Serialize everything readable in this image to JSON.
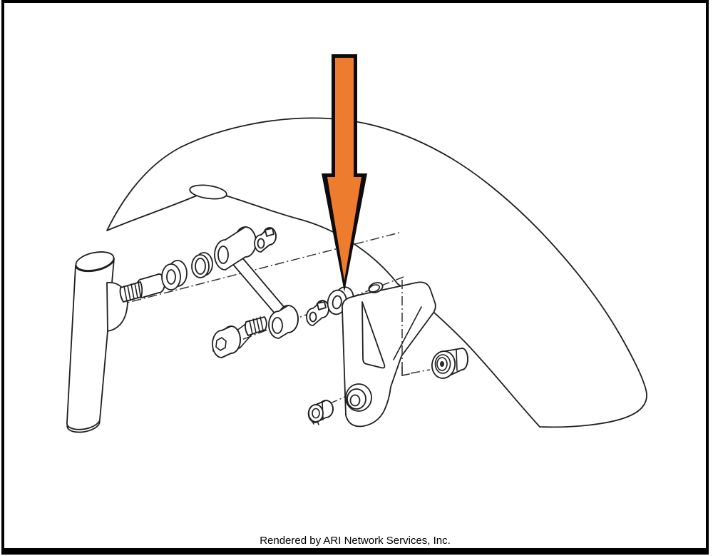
{
  "page": {
    "background_color": "#ffffff",
    "border_color": "#000000"
  },
  "diagram": {
    "type": "exploded-parts-diagram",
    "description": "Line-art exploded view of a motorcycle front fender with mounting hardware; a large orange arrow highlights one washer",
    "line_color": "#1f1f1f",
    "highlight": {
      "color": "#ED7C2F",
      "outline_color": "#0c0c0c",
      "direction": "down",
      "target": "highlighted-washer"
    },
    "parts": [
      {
        "id": "front-fender",
        "label": "front fender"
      },
      {
        "id": "fork-tube",
        "label": "fork tube"
      },
      {
        "id": "shoulder-bolt",
        "label": "shoulder bolt"
      },
      {
        "id": "flat-washer",
        "label": "flat washer"
      },
      {
        "id": "grommet",
        "label": "grommet"
      },
      {
        "id": "fender-link",
        "label": "fender link with bushing"
      },
      {
        "id": "retainer-clip",
        "label": "retainer clip"
      },
      {
        "id": "socket-head-bolt",
        "label": "socket head bolt"
      },
      {
        "id": "retainer-nut",
        "label": "retainer nut"
      },
      {
        "id": "highlighted-washer",
        "label": "washer (highlighted)"
      },
      {
        "id": "mounting-bracket",
        "label": "fender mounting bracket"
      },
      {
        "id": "flange-nut",
        "label": "flange nut"
      },
      {
        "id": "hex-nut",
        "label": "hex nut"
      }
    ]
  },
  "footer": {
    "credit_text": "Rendered by ARI Network Services, Inc."
  }
}
